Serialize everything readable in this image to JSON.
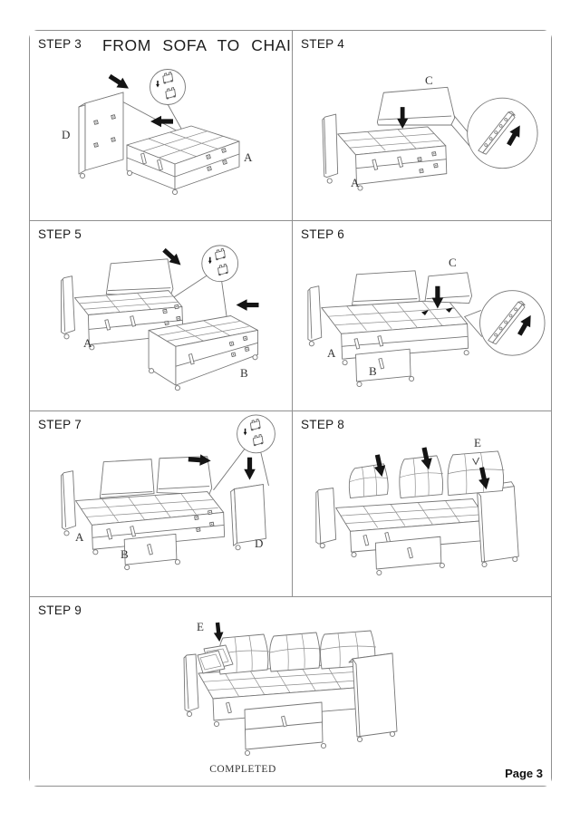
{
  "page": {
    "title": "FROM SOFA TO CHAIR",
    "completed": "COMPLETED",
    "page_number": "Page 3"
  },
  "steps": [
    {
      "label": "STEP 3",
      "parts": {
        "D": "D",
        "A": "A"
      }
    },
    {
      "label": "STEP 4",
      "parts": {
        "C": "C",
        "A": "A"
      }
    },
    {
      "label": "STEP 5",
      "parts": {
        "A": "A",
        "B": "B"
      }
    },
    {
      "label": "STEP 6",
      "parts": {
        "C": "C",
        "A": "A",
        "B": "B"
      }
    },
    {
      "label": "STEP 7",
      "parts": {
        "A": "A",
        "B": "B",
        "D": "D"
      }
    },
    {
      "label": "STEP 8",
      "parts": {
        "E": "E"
      }
    },
    {
      "label": "STEP 9",
      "parts": {
        "E": "E"
      }
    }
  ]
}
